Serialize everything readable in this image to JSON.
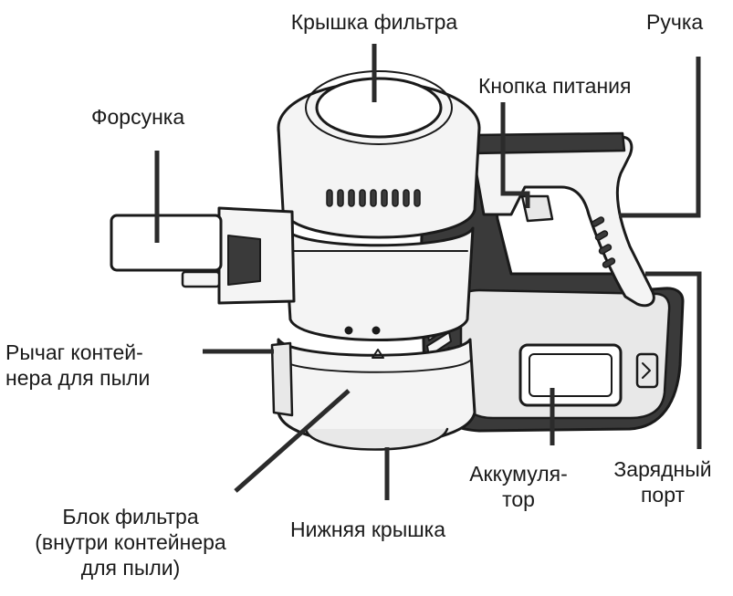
{
  "labels": {
    "filter_cover": "Крышка фильтра",
    "handle": "Ручка",
    "power_button": "Кнопка питания",
    "nozzle": "Форсунка",
    "bin_lever": [
      "Рычаг контей-",
      "нера для пыли"
    ],
    "filter_unit": [
      "Блок фильтра",
      "(внутри контейнера",
      "для пыли)"
    ],
    "bottom_cover": "Нижняя крышка",
    "battery": [
      "Аккумуля-",
      "тор"
    ],
    "charging_port": [
      "Зарядный",
      "порт"
    ]
  },
  "colors": {
    "outline": "#1a1a1a",
    "body_dark": "#3a3a3a",
    "body_light": "#f4f4f4",
    "leader": "#2b2b2b"
  }
}
